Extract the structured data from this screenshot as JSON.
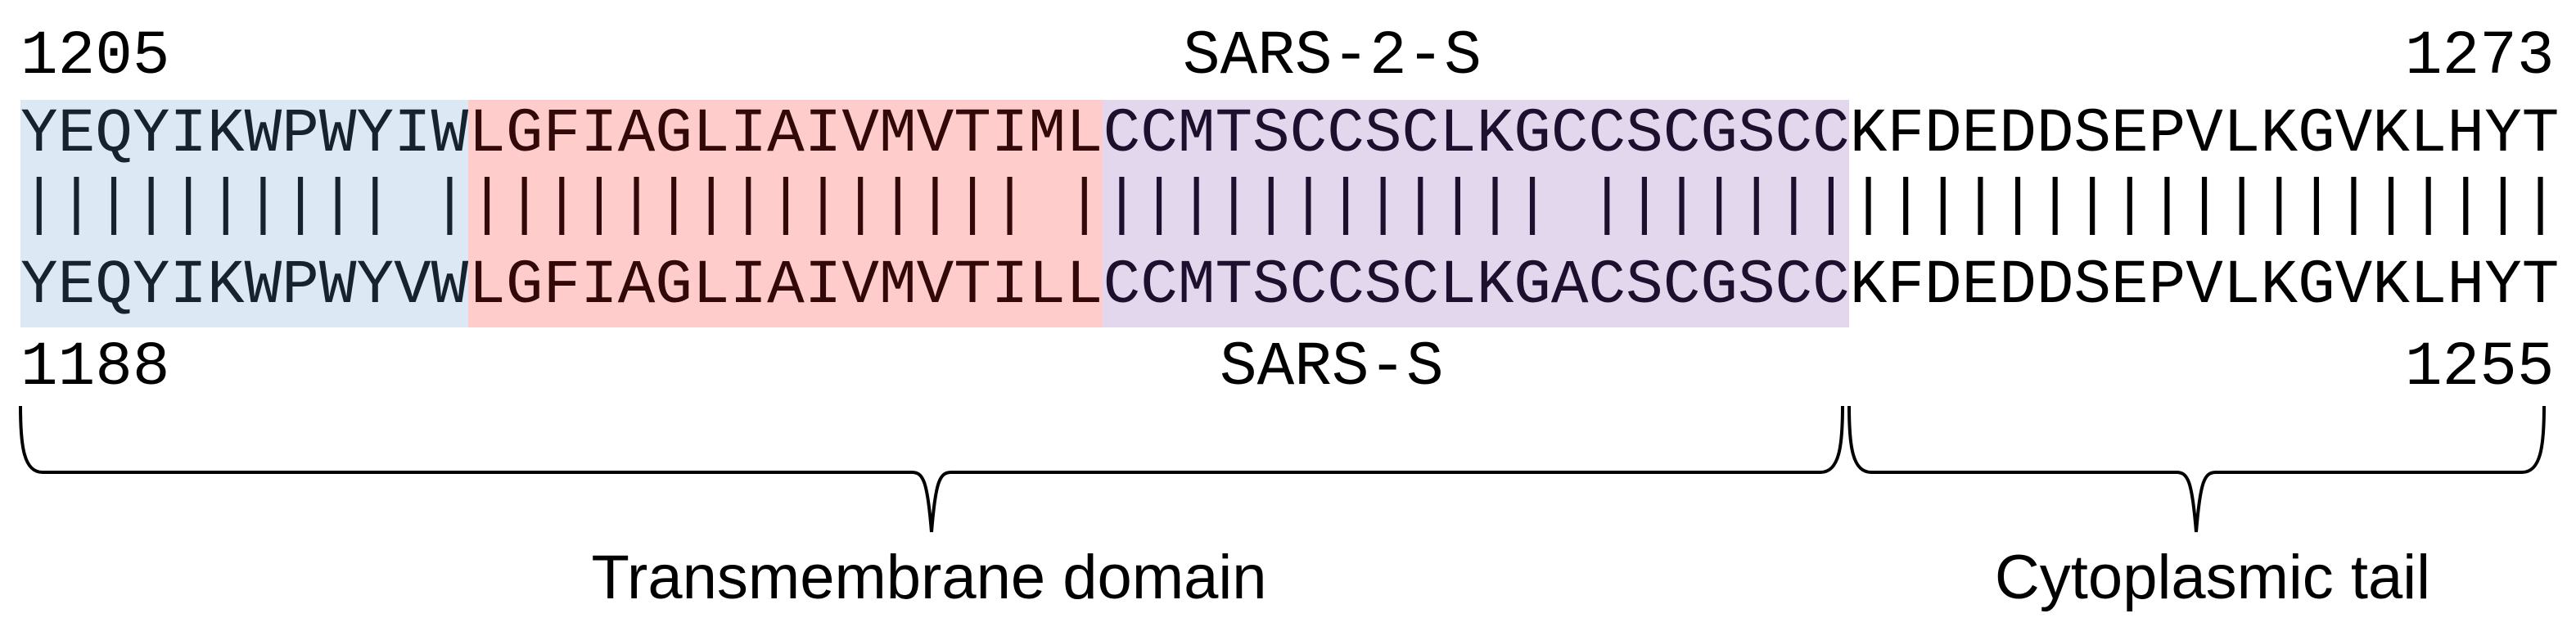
{
  "figure": {
    "top_row": {
      "left_number": "1205",
      "label": "SARS-2-S",
      "right_number": "1273"
    },
    "bottom_row": {
      "left_number": "1188",
      "label": "SARS-S",
      "right_number": "1255"
    },
    "alignment": {
      "sars2": {
        "blue": "YEQYIKWPWYIW",
        "red": "LGFIAGLIAIVMVTIML",
        "purple": "CCMTSCCSCLKGCCSCGSCC",
        "plain": "KFDEDDSEPVLKGVKLHYT"
      },
      "match": {
        "blue": "|||||||||| |",
        "red": "||||||||||||||| |",
        "purple": "|||||||||||| |||||||",
        "plain": "|||||||||||||||||||"
      },
      "sars": {
        "blue": "YEQYIKWPWYVW",
        "red": "LGFIAGLIAIVMVTILL",
        "purple": "CCMTSCCSCLKGACSCGSCC",
        "plain": "KFDEDDSEPVLKGVKLHYT"
      }
    },
    "braces": {
      "transmembrane_label": "Transmembrane domain",
      "cytoplasmic_label": "Cytoplasmic tail"
    },
    "colors": {
      "blue_band": "#dce9f5",
      "red_band": "#fecdcb",
      "purple_band": "#e2d7ec",
      "blue_text": "#16222e",
      "red_text": "#330808",
      "purple_text": "#1d0f2e",
      "plain_text": "#000000",
      "brace_stroke": "#000000"
    }
  }
}
